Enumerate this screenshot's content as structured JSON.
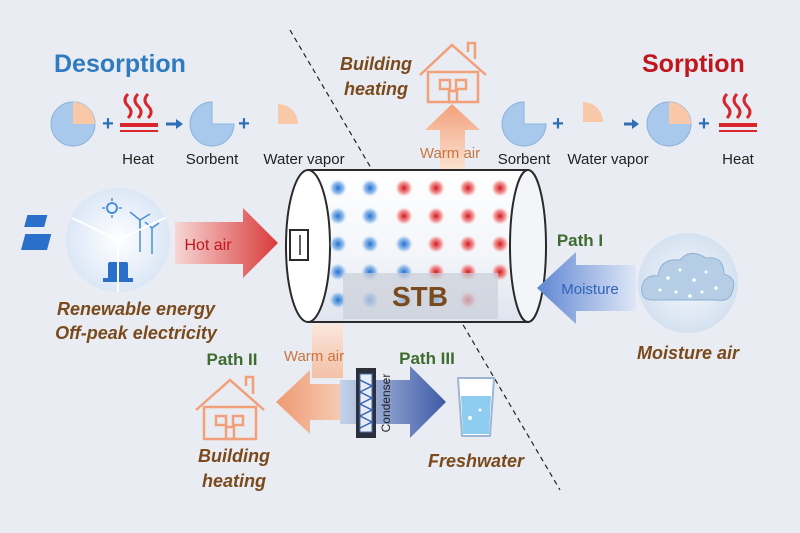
{
  "titles": {
    "desorption": "Desorption",
    "sorption": "Sorption"
  },
  "desorption_eq": {
    "heat": "Heat",
    "sorbent": "Sorbent",
    "water_vapor": "Water vapor"
  },
  "sorption_eq": {
    "sorbent": "Sorbent",
    "water_vapor": "Water vapor",
    "heat": "Heat"
  },
  "labels": {
    "building_heating_top": [
      "Building",
      "heating"
    ],
    "warm_air_top": "Warm air",
    "hot_air": "Hot air",
    "renewable": [
      "Renewable energy",
      "Off-peak electricity"
    ],
    "stb": "STB",
    "path_i": "Path I",
    "moisture": "Moisture",
    "moisture_air": "Moisture air",
    "path_ii": "Path II",
    "warm_air_bottom": "Warm air",
    "path_iii": "Path III",
    "condenser": "Condenser",
    "building_heating_bottom": [
      "Building",
      "heating"
    ],
    "freshwater": "Freshwater"
  },
  "colors": {
    "blue_title": "#2e7bbf",
    "red_title": "#c0161c",
    "brown_label": "#7a4a1c",
    "green_path": "#3e6b2e",
    "orange_warm": "#c8753f"
  }
}
